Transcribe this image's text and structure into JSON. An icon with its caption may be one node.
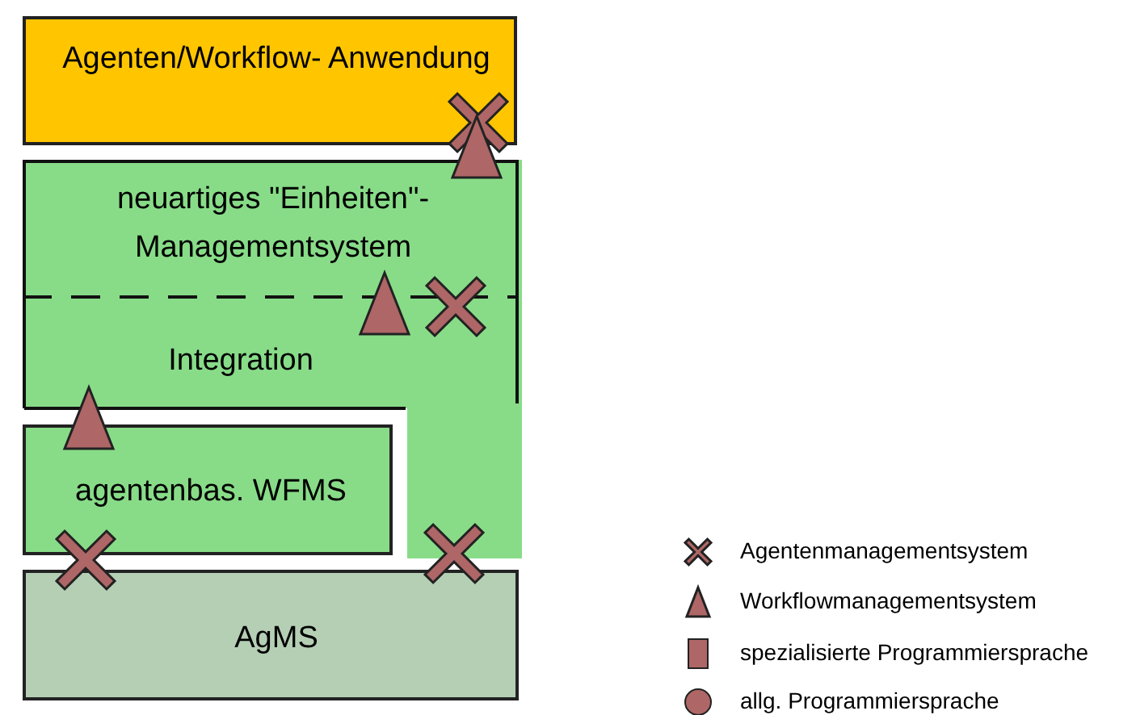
{
  "diagram": {
    "nodes": [
      {
        "text": [
          "Agenten/Workflow- Anwendung"
        ]
      },
      {
        "text": [
          "neuartiges \"Einheiten\"- Managementsystem",
          "Integration"
        ]
      },
      {
        "text": [
          "agentenbas. WFMS"
        ]
      },
      {
        "text": [
          "AgMS"
        ]
      }
    ],
    "legend": [
      {
        "text": "Agentenmanagementsystem"
      },
      {
        "text": "Workflowmanagementsystem"
      },
      {
        "text": "spezialisierte Programmiersprache"
      },
      {
        "text": "allg. Programmiersprache"
      }
    ]
  }
}
